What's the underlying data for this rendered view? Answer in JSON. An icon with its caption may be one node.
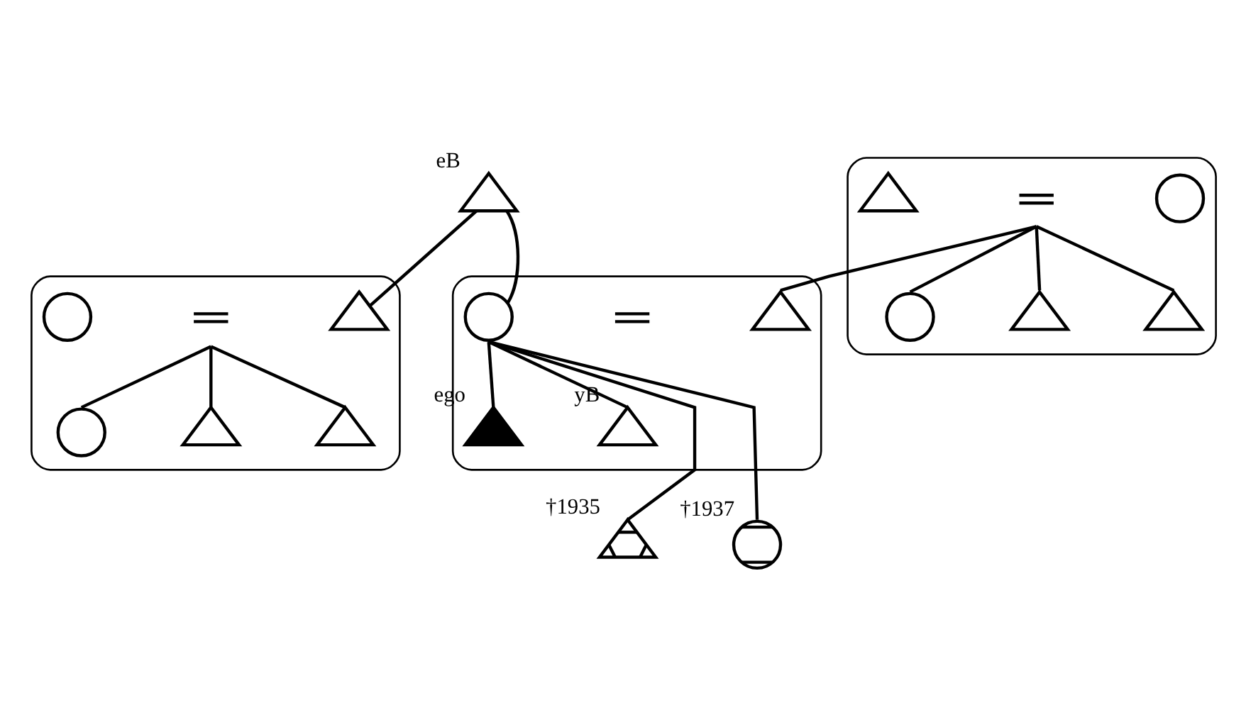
{
  "diagram": {
    "nodes": [
      {
        "text": [],
        "shape": "outline"
      },
      {
        "text": [],
        "shape": "triangle",
        "in": 0
      },
      {
        "text": [],
        "shape": "equals",
        "in": 0
      },
      {
        "text": [],
        "shape": "circle",
        "in": 0
      },
      {
        "text": [],
        "shape": "circle",
        "in": 0
      },
      {
        "text": [],
        "shape": "triangle",
        "in": 0
      },
      {
        "text": [],
        "shape": "triangle",
        "in": 0
      },
      {
        "text": [],
        "shape": "triangle",
        "beside": [
          "eB"
        ]
      },
      {
        "text": [],
        "shape": "outline"
      },
      {
        "text": [],
        "shape": "circle",
        "in": 8
      },
      {
        "text": [],
        "shape": "equals",
        "in": 8
      },
      {
        "text": [],
        "shape": "triangle",
        "in": 8
      },
      {
        "text": [],
        "shape": "triangle",
        "in": 8,
        "beside": [
          "ego"
        ]
      },
      {
        "text": [],
        "shape": "triangle",
        "in": 8,
        "beside": [
          "yB"
        ]
      },
      {
        "text": [],
        "shape": "triangle",
        "beside": [
          "†1935"
        ]
      },
      {
        "text": [],
        "shape": "circle",
        "beside": [
          "†1937"
        ]
      },
      {
        "text": [],
        "shape": "outline"
      },
      {
        "text": [],
        "shape": "circle",
        "in": 16
      },
      {
        "text": [],
        "shape": "equals",
        "in": 16
      },
      {
        "text": [],
        "shape": "triangle",
        "in": 16
      },
      {
        "text": [],
        "shape": "circle",
        "in": 16
      },
      {
        "text": [],
        "shape": "triangle",
        "in": 16
      },
      {
        "text": [],
        "shape": "triangle",
        "in": 16
      }
    ],
    "edges": [
      {
        "from": 7,
        "to": 9,
        "arrow": "none"
      },
      {
        "from": 7,
        "to": 19,
        "arrow": "none"
      },
      {
        "from": 2,
        "to": 11,
        "arrow": "none"
      },
      {
        "from": 2,
        "to": 4,
        "arrow": "none"
      },
      {
        "from": 2,
        "to": 5,
        "arrow": "none"
      },
      {
        "from": 2,
        "to": 6,
        "arrow": "none"
      },
      {
        "from": 9,
        "to": 12,
        "arrow": "none"
      },
      {
        "from": 9,
        "to": 13,
        "arrow": "none"
      },
      {
        "from": 9,
        "to": 14,
        "arrow": "none"
      },
      {
        "from": 9,
        "to": 15,
        "arrow": "none"
      },
      {
        "from": 18,
        "to": 20,
        "arrow": "none"
      },
      {
        "from": 18,
        "to": 21,
        "arrow": "none"
      },
      {
        "from": 18,
        "to": 22,
        "arrow": "none"
      }
    ]
  }
}
